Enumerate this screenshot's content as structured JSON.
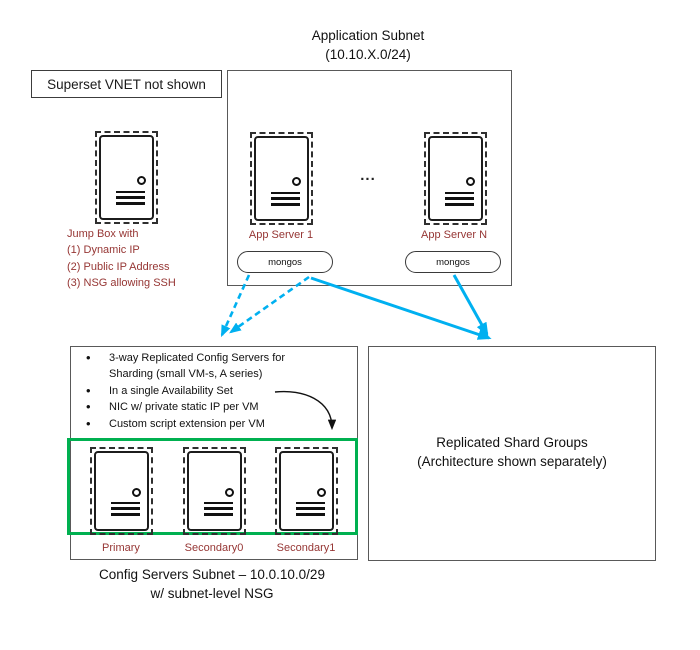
{
  "colors": {
    "accent_cyan": "#00B0F0",
    "accent_green": "#00B050",
    "label_dark_red": "#963634"
  },
  "app_subnet": {
    "title_line1": "Application Subnet",
    "title_line2": "(10.10.X.0/24)",
    "ellipsis": "...",
    "server1_label": "App Server 1",
    "server1_service": "mongos",
    "serverN_label": "App Server N",
    "serverN_service": "mongos"
  },
  "superset_note": "Superset VNET not shown",
  "jump_box": {
    "title": "Jump Box with",
    "note1": "(1) Dynamic IP",
    "note2": "(2) Public IP Address",
    "note3": "(3) NSG allowing SSH"
  },
  "config_subnet": {
    "bullets": [
      "3-way Replicated Config Servers for Sharding (small VM-s, A series)",
      "In a single Availability Set",
      "NIC w/ private static IP per VM",
      "Custom script extension per VM"
    ],
    "server1_label": "Primary",
    "server2_label": "Secondary0",
    "server3_label": "Secondary1",
    "caption_line1": "Config Servers Subnet – 10.0.10.0/29",
    "caption_line2": "w/ subnet-level NSG"
  },
  "shard_box": {
    "line1": "Replicated Shard Groups",
    "line2": "(Architecture shown separately)"
  }
}
